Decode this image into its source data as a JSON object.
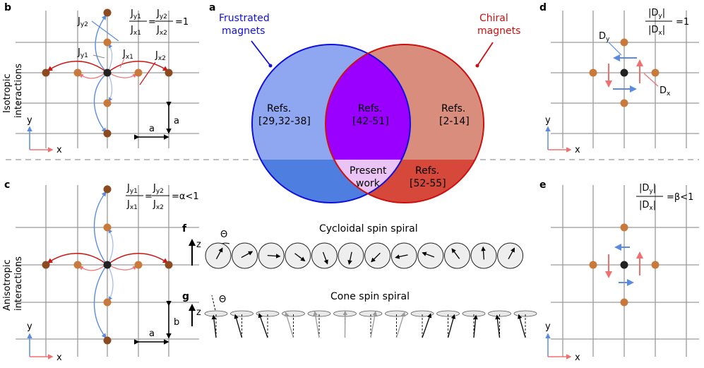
{
  "panels": {
    "a": "a",
    "b": "b",
    "c": "c",
    "d": "d",
    "e": "e",
    "f": "f",
    "g": "g"
  },
  "side_labels": {
    "isotropic_1": "Isotropic",
    "isotropic_2": "interactions",
    "anisotropic_1": "Anisotropic",
    "anisotropic_2": "interactions"
  },
  "axes": {
    "x": "x",
    "y": "y",
    "z": "z"
  },
  "lattice": {
    "a": "a",
    "b": "b",
    "Jy2": "Jy2",
    "Jy1": "Jy1",
    "Jx1": "Jx1",
    "Jx2": "Jx2",
    "J_symbol": "J",
    "sub_y1": "y1",
    "sub_x1": "x1",
    "sub_y2": "y2",
    "sub_x2": "x2",
    "eq_b_rhs": "=1",
    "eq_c_rhs": "=α<1",
    "equals": "="
  },
  "dmi": {
    "D_symbol": "D",
    "sub_x": "x",
    "sub_y": "y",
    "eq_d_rhs": "=1",
    "eq_e_rhs": "=β<1"
  },
  "venn": {
    "left_title_1": "Frustrated",
    "left_title_2": "magnets",
    "right_title_1": "Chiral",
    "right_title_2": "magnets",
    "left_refs_1": "Refs.",
    "left_refs_2": "[29,32-38]",
    "middle_refs_1": "Refs.",
    "middle_refs_2": "[42-51]",
    "right_refs_1": "Refs.",
    "right_refs_2": "[2-14]",
    "present_1": "Present",
    "present_2": "work",
    "bottom_right_refs_1": "Refs.",
    "bottom_right_refs_2": "[52-55]",
    "colors": {
      "left": "#8fa6f0",
      "right": "#d98d7c",
      "middle": "#9900ff",
      "left_bottom": "#4e7ee0",
      "right_bottom": "#d5483a",
      "present": "#eac4f5",
      "left_edge": "#1010dd",
      "right_edge": "#cc1010"
    }
  },
  "spirals": {
    "cycloidal_title": "Cycloidal spin spiral",
    "cone_title": "Cone spin spiral",
    "theta": "Θ"
  },
  "colors": {
    "site": "#c87a3c",
    "site_dark": "#8b4a20",
    "blue_arrow": "#5b8be0",
    "red_arrow": "#cc1414",
    "light_red": "#f07070"
  }
}
